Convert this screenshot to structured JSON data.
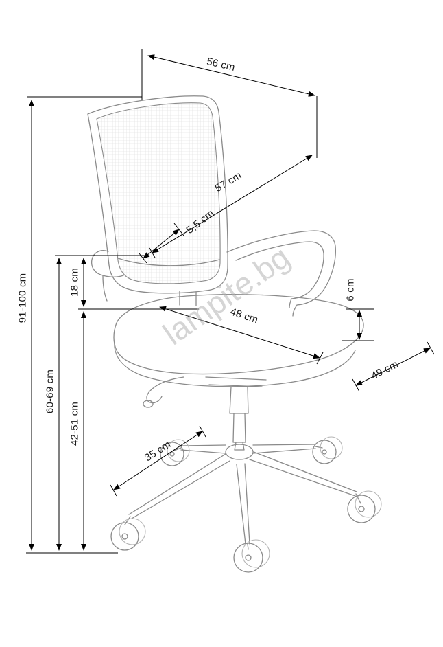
{
  "watermark": {
    "text": "lampite.bg"
  },
  "dimensions": {
    "back_width": "56 cm",
    "back_diagonal": "57 cm",
    "armrest_offset": "5,5 cm",
    "armrest_above_seat": "18 cm",
    "seat_width": "48 cm",
    "seat_thickness": "6 cm",
    "seat_depth": "49 cm",
    "total_height": "91-100 cm",
    "armrest_floor_height": "60-69 cm",
    "seat_floor_height": "42-51 cm",
    "base_leg_length": "35 cm"
  },
  "colors": {
    "background": "#ffffff",
    "dimension_line": "#000000",
    "chair_line": "#8a8a8a",
    "watermark": "#b3b3b3"
  }
}
